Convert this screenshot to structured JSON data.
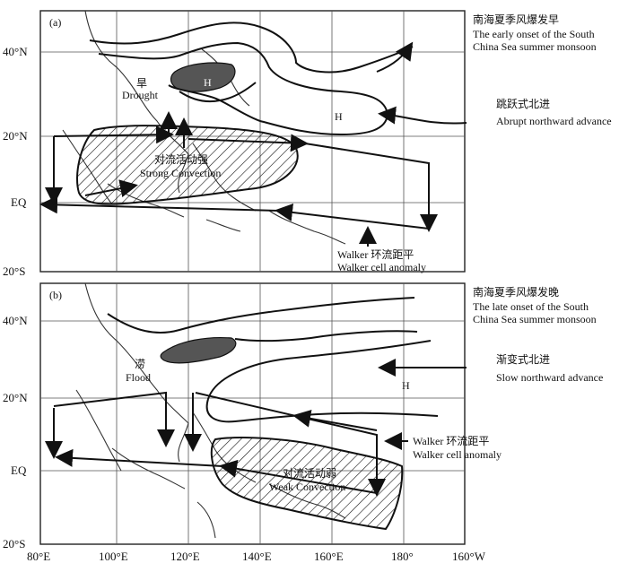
{
  "panel_a": {
    "tag": "(a)",
    "title_cn": "南海夏季风爆发早",
    "title_en_1": "The early onset of the South",
    "title_en_2": "China Sea summer monsoon",
    "advance_cn": "跳跃式北进",
    "advance_en": "Abrupt northward advance",
    "drought_cn": "旱",
    "drought_en": "Drought",
    "high_1": "H",
    "high_2": "H",
    "convection_cn": "对流活动强",
    "convection_en": "Strong Convection",
    "walker_cn": "Walker 环流距平",
    "walker_en": "Walker cell anomaly",
    "lat_labels": [
      "40°N",
      "20°N",
      "EQ",
      "20°S"
    ]
  },
  "panel_b": {
    "tag": "(b)",
    "title_cn": "南海夏季风爆发晚",
    "title_en_1": "The late onset of the South",
    "title_en_2": "China Sea summer monsoon",
    "advance_cn": "渐变式北进",
    "advance_en": "Slow northward advance",
    "flood_cn": "涝",
    "flood_en": "Flood",
    "high": "H",
    "convection_cn": "对流活动弱",
    "convection_en": "Weak Convection",
    "walker_cn": "Walker 环流距平",
    "walker_en": "Walker cell anomaly",
    "lat_labels": [
      "40°N",
      "20°N",
      "EQ",
      "20°S"
    ]
  },
  "lon_labels": [
    "80°E",
    "100°E",
    "120°E",
    "140°E",
    "160°E",
    "180°",
    "160°W"
  ],
  "colors": {
    "ink": "#111111",
    "high_core": "#555555",
    "grid": "#555555"
  }
}
